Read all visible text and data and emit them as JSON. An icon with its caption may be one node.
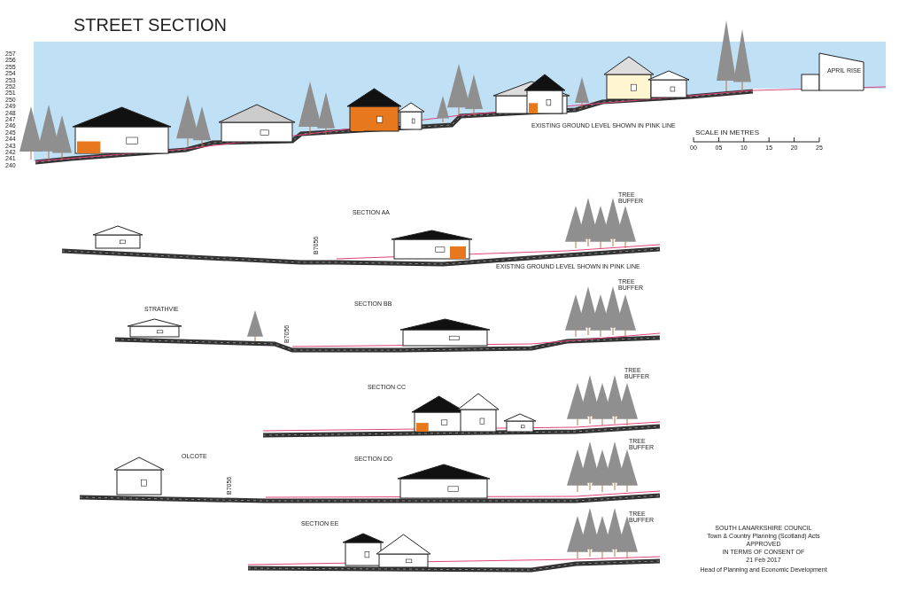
{
  "diagram": {
    "title": "STREET SECTION",
    "labels": [
      "257",
      "256",
      "255",
      "254",
      "253",
      "252",
      "251",
      "250",
      "249",
      "248",
      "247",
      "246",
      "245",
      "244",
      "243",
      "242",
      "241",
      "240",
      "APRIL RISE",
      "EXISTING GROUND LEVEL SHOWN IN PINK LINE",
      "SCALE IN METRES",
      "00",
      "05",
      "10",
      "15",
      "20",
      "25",
      "SECTION AA",
      "TREE BUFFER",
      "B7056",
      "EXISTING GROUND LEVEL SHOWN IN PINK LINE",
      "STRATHVIE",
      "SECTION BB",
      "B7056",
      "TREE BUFFER",
      "SECTION CC",
      "TREE BUFFER",
      "OLCOTE",
      "SECTION DD",
      "B7056",
      "TREE BUFFER",
      "SECTION EE",
      "TREE BUFFER",
      "SOUTH LANARKSHIRE COUNCIL",
      "Town & Country Planning (Scotland) Acts",
      "APPROVED",
      "IN TERMS OF CONSENT OF",
      "21 Feb 2017",
      "Head of Planning and Economic Development"
    ]
  }
}
